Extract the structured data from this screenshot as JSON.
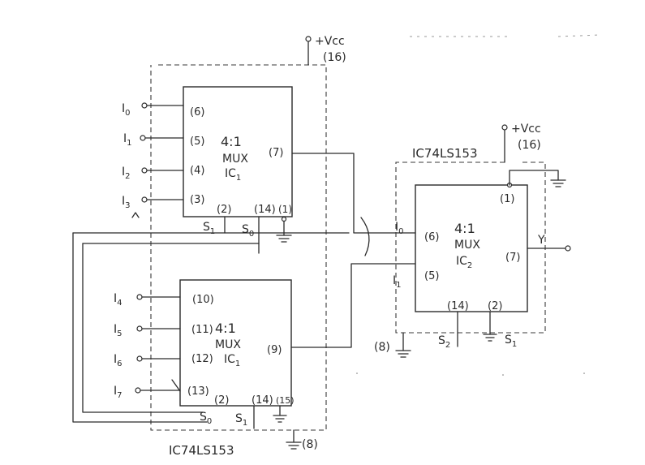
{
  "power": {
    "vcc1_label": "+Vcc",
    "vcc1_pin": "(16)",
    "vcc2_label": "+Vcc",
    "vcc2_pin": "(16)"
  },
  "ic_labels": {
    "top_package": "IC74LS153",
    "bottom_package": "IC74LS153"
  },
  "mux1": {
    "title": "4:1",
    "subtitle": "MUX",
    "name": "IC",
    "name_sub": "1",
    "inputs": [
      {
        "label": "I",
        "sub": "0",
        "pin": "(6)"
      },
      {
        "label": "I",
        "sub": "1",
        "pin": "(5)"
      },
      {
        "label": "I",
        "sub": "2",
        "pin": "(4)"
      },
      {
        "label": "I",
        "sub": "3",
        "pin": "(3)"
      }
    ],
    "output_pin": "(7)",
    "bottom_pins": [
      "(2)",
      "(14)",
      "(1)"
    ],
    "select_labels": [
      {
        "label": "S",
        "sub": "1"
      },
      {
        "label": "S",
        "sub": "0"
      }
    ]
  },
  "mux2": {
    "title": "4:1",
    "subtitle": "MUX",
    "name": "IC",
    "name_sub": "1",
    "inputs": [
      {
        "label": "I",
        "sub": "4",
        "pin": "(10)"
      },
      {
        "label": "I",
        "sub": "5",
        "pin": "(11)"
      },
      {
        "label": "I",
        "sub": "6",
        "pin": "(12)"
      },
      {
        "label": "I",
        "sub": "7",
        "pin": "(13)"
      }
    ],
    "output_pin": "(9)",
    "bottom_pins": [
      "(2)",
      "(14)",
      "(15)"
    ],
    "select_labels": [
      {
        "label": "S",
        "sub": "0"
      },
      {
        "label": "S",
        "sub": "1"
      }
    ],
    "ground_pin": "(8)"
  },
  "mux3": {
    "title": "4:1",
    "subtitle": "MUX",
    "name": "IC",
    "name_sub": "2",
    "top_pin": "(1)",
    "inputs": [
      {
        "label": "I",
        "sub": "0",
        "pin": "(6)"
      },
      {
        "label": "I",
        "sub": "1",
        "pin": "(5)"
      }
    ],
    "output_pin": "(7)",
    "output_label": "Y",
    "bottom_pins": [
      "(14)",
      "(2)"
    ],
    "select_labels": [
      {
        "label": "S",
        "sub": "2"
      },
      {
        "label": "S",
        "sub": "1"
      }
    ],
    "ground_pin": "(8)"
  }
}
